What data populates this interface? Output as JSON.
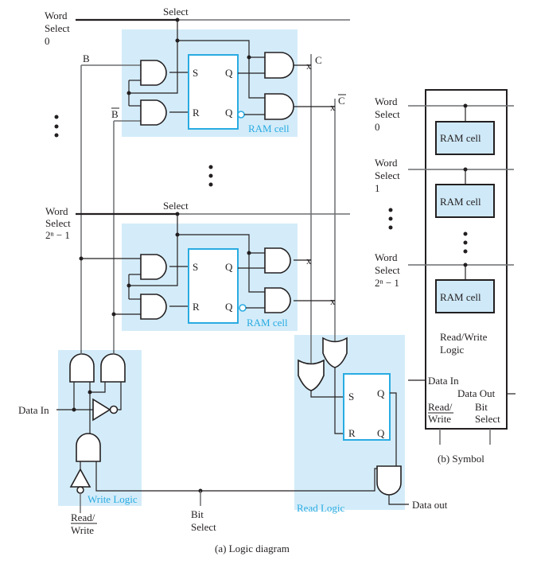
{
  "figure": {
    "caption_a": "(a) Logic diagram",
    "caption_b": "(b) Symbol"
  },
  "logic_diagram": {
    "word_select_0": [
      "Word",
      "Select",
      "0"
    ],
    "word_select_last": [
      "Word",
      "Select",
      "2ⁿ − 1"
    ],
    "select_label": "Select",
    "b_label": "B",
    "b_bar_label": "B",
    "c_label": "C",
    "c_bar_label": "C",
    "ff_s": "S",
    "ff_r": "R",
    "ff_q": "Q",
    "ram_cell_label": "RAM cell",
    "write_logic_label": "Write Logic",
    "read_logic_label": "Read Logic",
    "data_in_label": "Data In",
    "data_out_label": "Data out",
    "read_write_label": [
      "Read/",
      "Write"
    ],
    "bit_select_label": [
      "Bit",
      "Select"
    ],
    "ellipsis": "⋮"
  },
  "symbol": {
    "word_selects": [
      [
        "Word",
        "Select",
        "0"
      ],
      [
        "Word",
        "Select",
        "1"
      ],
      [
        "Word",
        "Select",
        "2ⁿ − 1"
      ]
    ],
    "cell_label": "RAM cell",
    "rw_logic": [
      "Read/Write",
      "Logic"
    ],
    "data_in": "Data In",
    "data_out": "Data Out",
    "read_write": [
      "Read/",
      "Write"
    ],
    "bit_select": [
      "Bit",
      "Select"
    ]
  },
  "colors": {
    "shade": "#d4ecf9",
    "accent_blue": "#29abe2",
    "line": "#231f20"
  }
}
